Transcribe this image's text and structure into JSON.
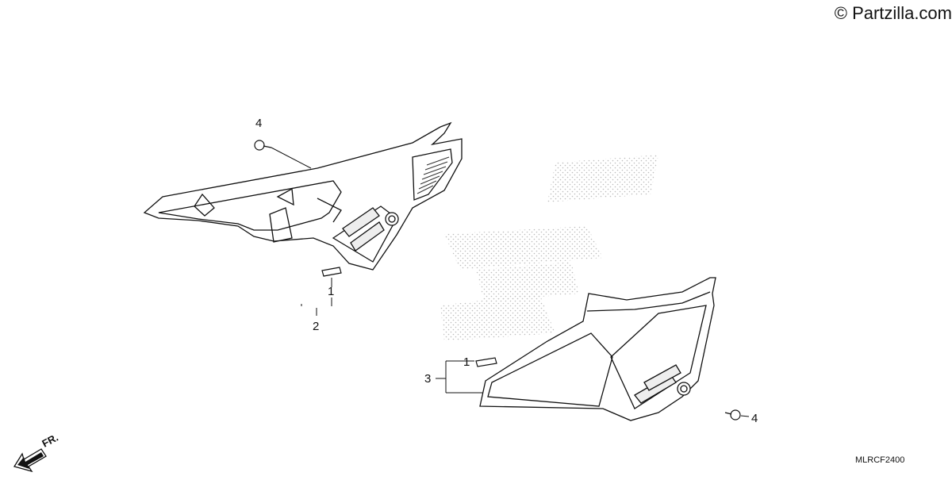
{
  "watermark": "© Partzilla.com",
  "diagram_code": "MLRCF2400",
  "direction_label": "FR.",
  "callouts": {
    "part_1_top": "1",
    "part_2": "2",
    "part_4_top": "4",
    "part_1_bottom": "1",
    "part_3": "3",
    "part_4_bottom": "4"
  }
}
